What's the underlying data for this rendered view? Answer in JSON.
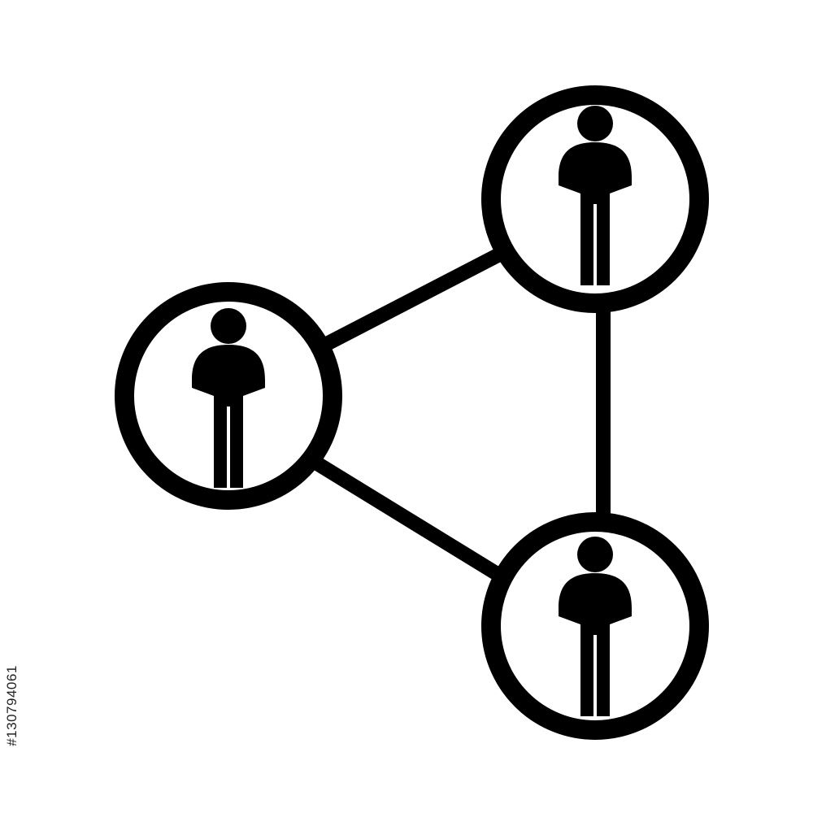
{
  "icon": {
    "name": "network-people-icon",
    "stroke_color": "#000000",
    "background_color": "#ffffff",
    "people_count": 3,
    "connection_count": 3
  },
  "watermark": {
    "stock_id": "#130794061"
  }
}
